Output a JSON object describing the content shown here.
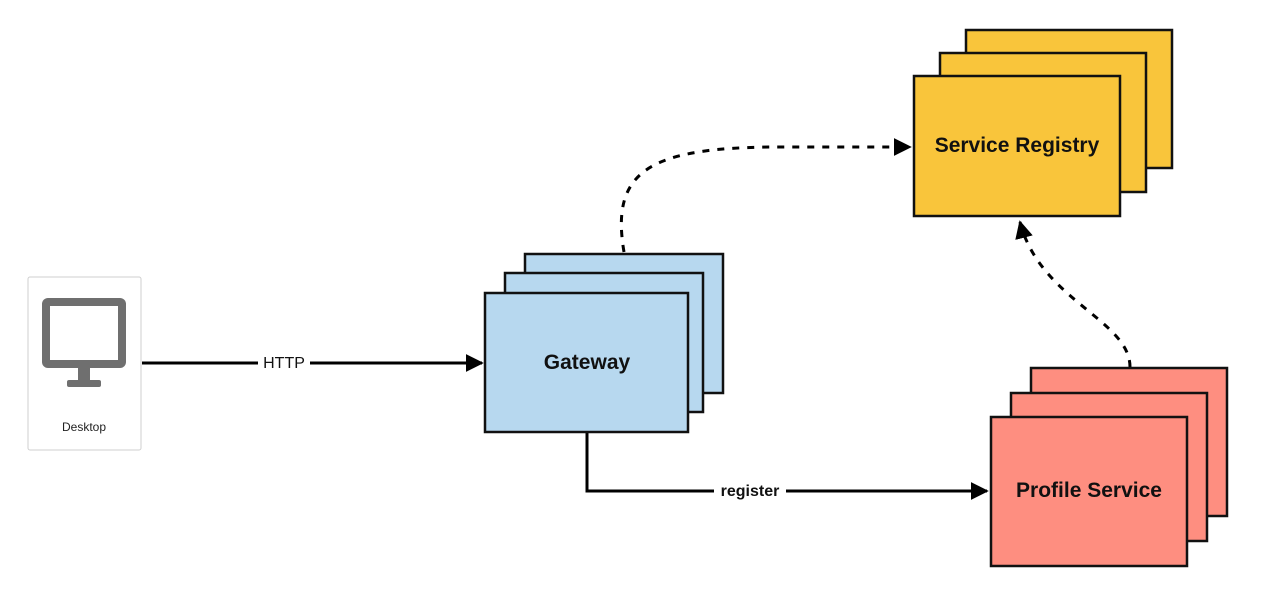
{
  "nodes": {
    "desktop": {
      "label": "Desktop",
      "icon": "monitor-icon"
    },
    "gateway": {
      "label": "Gateway",
      "color": "#b7d8ef"
    },
    "service_registry": {
      "label": "Service Registry",
      "color": "#f9c53b"
    },
    "profile_service": {
      "label": "Profile Service",
      "color": "#fe8e80"
    }
  },
  "edges": {
    "desktop_to_gateway": {
      "label": "HTTP",
      "style": "solid"
    },
    "gateway_to_profile": {
      "label": "register",
      "style": "solid"
    },
    "gateway_to_registry": {
      "style": "dashed"
    },
    "profile_to_registry": {
      "style": "dashed"
    }
  }
}
